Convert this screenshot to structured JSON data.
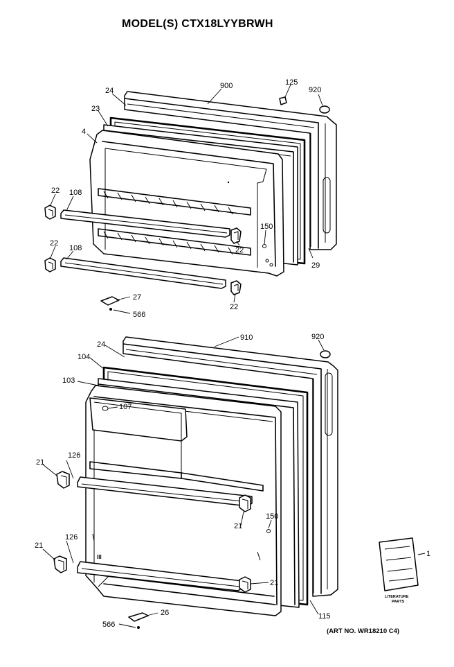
{
  "title": "MODEL(S) CTX18LYYBRWH",
  "art_number": "(ART NO. WR18210 C4)",
  "literature_label_line1": "LITERATURE",
  "literature_label_line2": "PARTS",
  "freezer_callouts": [
    "900",
    "125",
    "920",
    "24",
    "23",
    "4",
    "22",
    "108",
    "150",
    "22",
    "22",
    "108",
    "29",
    "22",
    "27",
    "566"
  ],
  "fresh_food_callouts": [
    "910",
    "920",
    "24",
    "104",
    "103",
    "107",
    "126",
    "21",
    "150",
    "21",
    "21",
    "126",
    "21",
    "1",
    "115",
    "26",
    "566"
  ],
  "colors": {
    "line": "#000000",
    "background": "#ffffff"
  }
}
